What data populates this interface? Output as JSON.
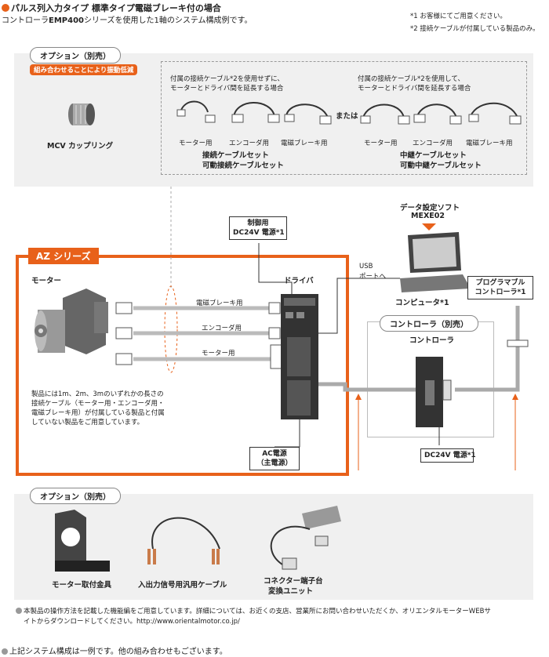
{
  "header": {
    "title": "パルス列入力タイプ 標準タイプ電磁ブレーキ付の場合",
    "subtitle_pre": "コントローラ",
    "subtitle_bold": "EMP400",
    "subtitle_post": "シリーズを使用した1軸のシステム構成例です。",
    "note1": "*1 お客様にてご用意ください。",
    "note2": "*2 接続ケーブルが付属している製品のみ。"
  },
  "option_top": {
    "label": "オプション（別売）",
    "tag": "組み合わせることにより振動低減",
    "coupling": "MCV カップリング",
    "left_desc_1": "付属の接続ケーブル*2を使用せずに、",
    "left_desc_2": "モーターとドライバ間を延長する場合",
    "right_desc_1": "付属の接続ケーブル*2を使用して、",
    "right_desc_2": "モーターとドライバ間を延長する場合",
    "or": "または",
    "cable_labels_left": [
      "モーター用",
      "エンコーダ用",
      "電磁ブレーキ用"
    ],
    "cable_labels_right": [
      "モーター用",
      "エンコーダ用",
      "電磁ブレーキ用"
    ],
    "set_left_1": "接続ケーブルセット",
    "set_left_2": "可動接続ケーブルセット",
    "set_right_1": "中継ケーブルセット",
    "set_right_2": "可動中継ケーブルセット"
  },
  "main": {
    "az_label": "AZ シリーズ",
    "motor": "モーター",
    "driver": "ドライバ",
    "control_power_1": "制御用",
    "control_power_2": "DC24V 電源*1",
    "cable_brake": "電磁ブレーキ用",
    "cable_encoder": "エンコーダ用",
    "cable_motor": "モーター用",
    "usb_1": "USB",
    "usb_2": "ポートへ",
    "software_1": "データ設定ソフト",
    "software_2": "MEXE02",
    "computer": "コンピュータ*1",
    "plc_1": "プログラマブル",
    "plc_2": "コントローラ*1",
    "desc_1": "製品には1m、2m、3mのいずれかの長さの",
    "desc_2": "接続ケーブル（モーター用・エンコーダ用・",
    "desc_3": "電磁ブレーキ用）が付属している製品と付属",
    "desc_4": "していない製品をご用意しています。",
    "ac_1": "AC電源",
    "ac_2": "（主電源）",
    "controller_option": "コントローラ（別売）",
    "controller": "コントローラ",
    "dc24": "DC24V 電源*1"
  },
  "option_bottom": {
    "label": "オプション（別売）",
    "items": [
      "モーター取付金具",
      "入出力信号用汎用ケーブル",
      "コネクター端子台",
      "変換ユニット"
    ]
  },
  "footer": {
    "manual_1": "本製品の操作方法を記載した機能編をご用意しています。詳細については、お近くの支店、営業所にお問い合わせいただくか、オリエンタルモーターWEBサ",
    "manual_2": "イトからダウンロードしてください。http://www.orientalmotor.co.jp/",
    "example": "上記システム構成は一例です。他の組み合わせもございます。"
  },
  "colors": {
    "accent": "#e8611a",
    "panel": "#f0f0f0",
    "cable": "#aaaaaa"
  }
}
